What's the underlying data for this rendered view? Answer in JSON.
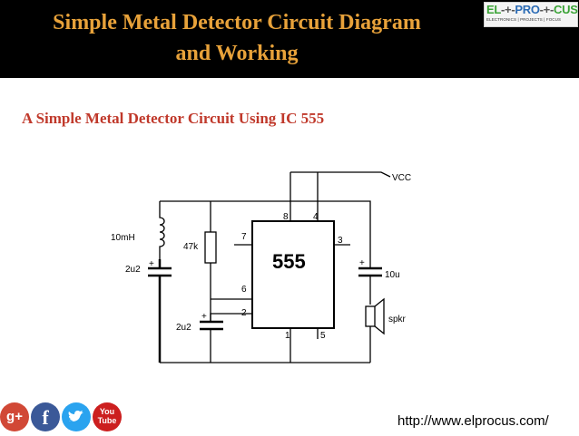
{
  "header": {
    "title_line1": "Simple Metal Detector Circuit Diagram",
    "title_line2": "and Working",
    "logo": {
      "el": "EL",
      "dash": "-+-",
      "pro": "PRO",
      "cus": "CUS",
      "tagline": "ELECTRONICS | PROJECTS | FOCUS"
    }
  },
  "subtitle": "A Simple Metal Detector Circuit Using IC 555",
  "diagram": {
    "chip": "555",
    "supply": "VCC",
    "pins": {
      "p8": "8",
      "p4": "4",
      "p7": "7",
      "p3": "3",
      "p6": "6",
      "p2": "2",
      "p1": "1",
      "p5": "5"
    },
    "components": {
      "inductor": "10mH",
      "resistor": "47k",
      "cap1": "2u2",
      "cap2": "2u2",
      "cap3": "10u",
      "speaker": "spkr"
    }
  },
  "social": {
    "gplus": "g+",
    "facebook": "f",
    "youtube_line1": "You",
    "youtube_line2": "Tube"
  },
  "footer": {
    "url": "http://www.elprocus.com/"
  }
}
